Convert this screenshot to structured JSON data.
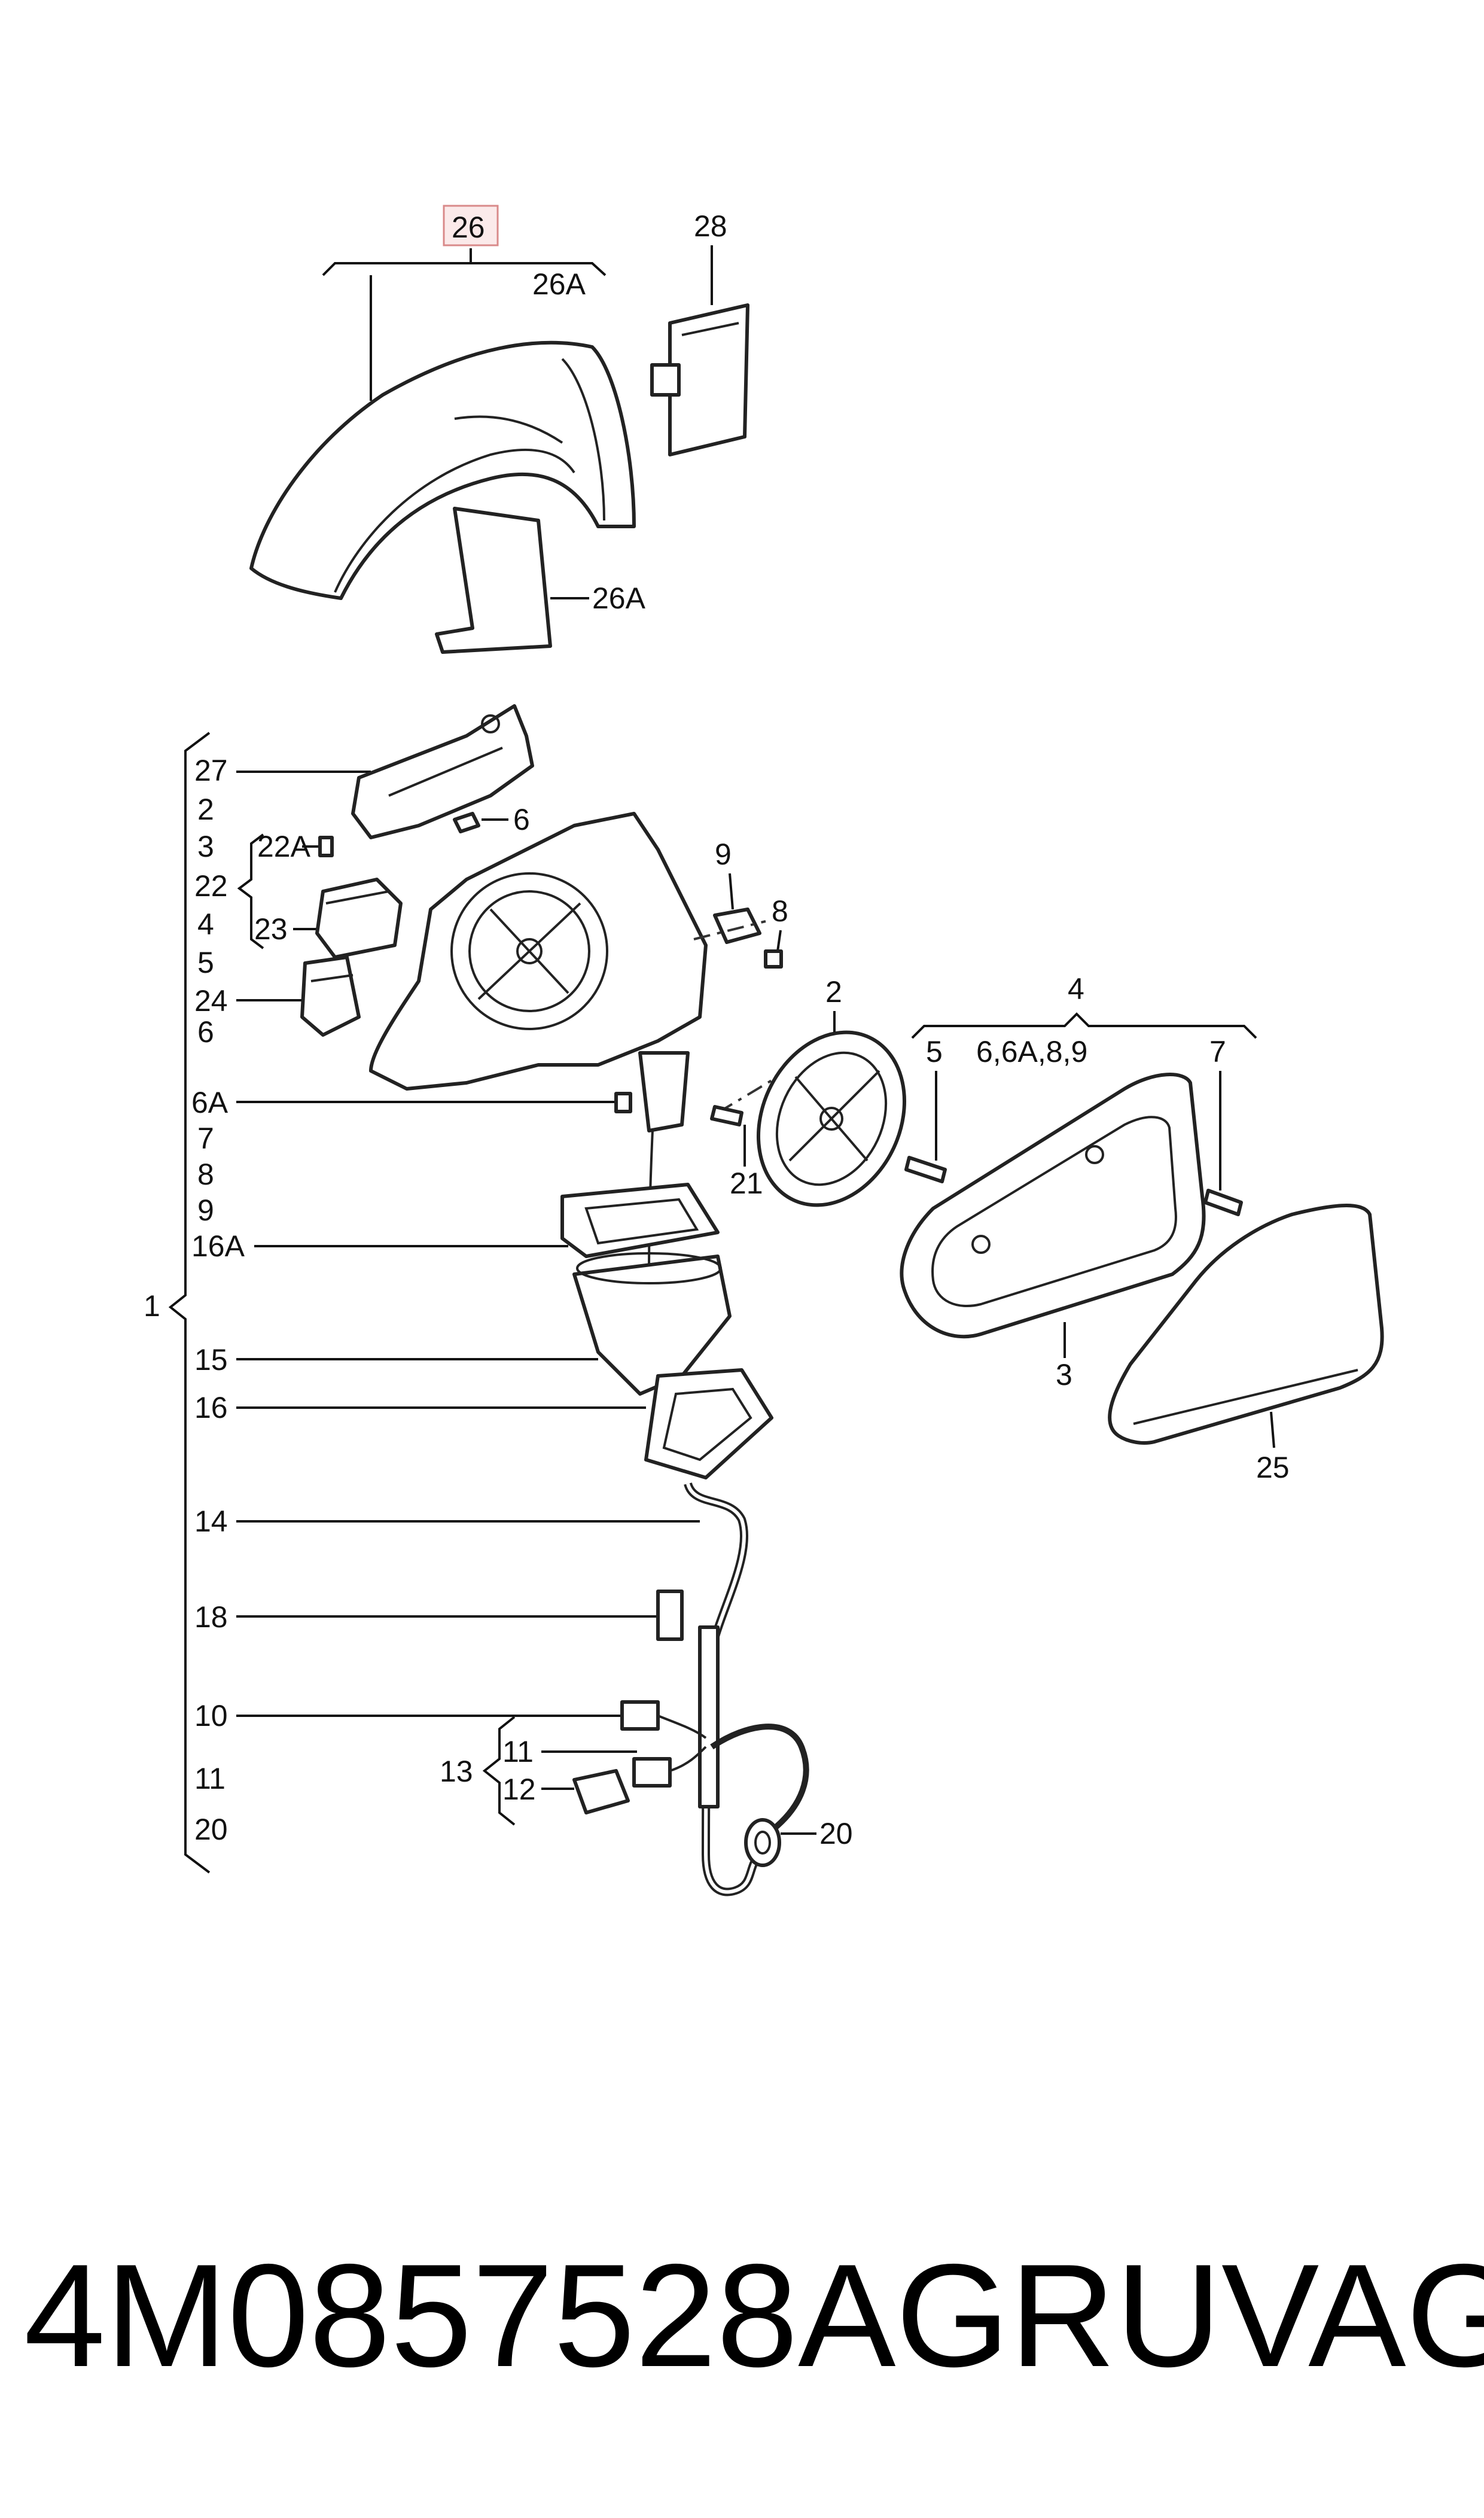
{
  "labels": {
    "l26": "26",
    "l26a_top": "26A",
    "l28": "28",
    "l26a_mid": "26A",
    "l27": "27",
    "l2_left": "2",
    "l3_left": "3",
    "l22": "22",
    "l4_left": "4",
    "l5_left": "5",
    "l22a": "22A",
    "l23": "23",
    "l24": "24",
    "l6_left": "6",
    "l6_screw": "6",
    "l9": "9",
    "l8": "8",
    "l2_right": "2",
    "l4_right": "4",
    "l5_right": "5",
    "l66a89": "6,6A,8,9",
    "l7_right": "7",
    "l6a": "6A",
    "l7_left": "7",
    "l8_left": "8",
    "l9_left": "9",
    "l16a": "16A",
    "l21": "21",
    "l1": "1",
    "l3_right": "3",
    "l25": "25",
    "l15": "15",
    "l16": "16",
    "l14": "14",
    "l18": "18",
    "l10": "10",
    "l11_left": "11",
    "l20_left": "20",
    "l13": "13",
    "l11": "11",
    "l12": "12",
    "l20": "20"
  },
  "footer": {
    "part_number": "4M0857528AGRU",
    "brand": "VAG"
  },
  "colors": {
    "highlight_box": "#fbeaea",
    "highlight_border": "#d98a8a",
    "line": "#222222"
  }
}
